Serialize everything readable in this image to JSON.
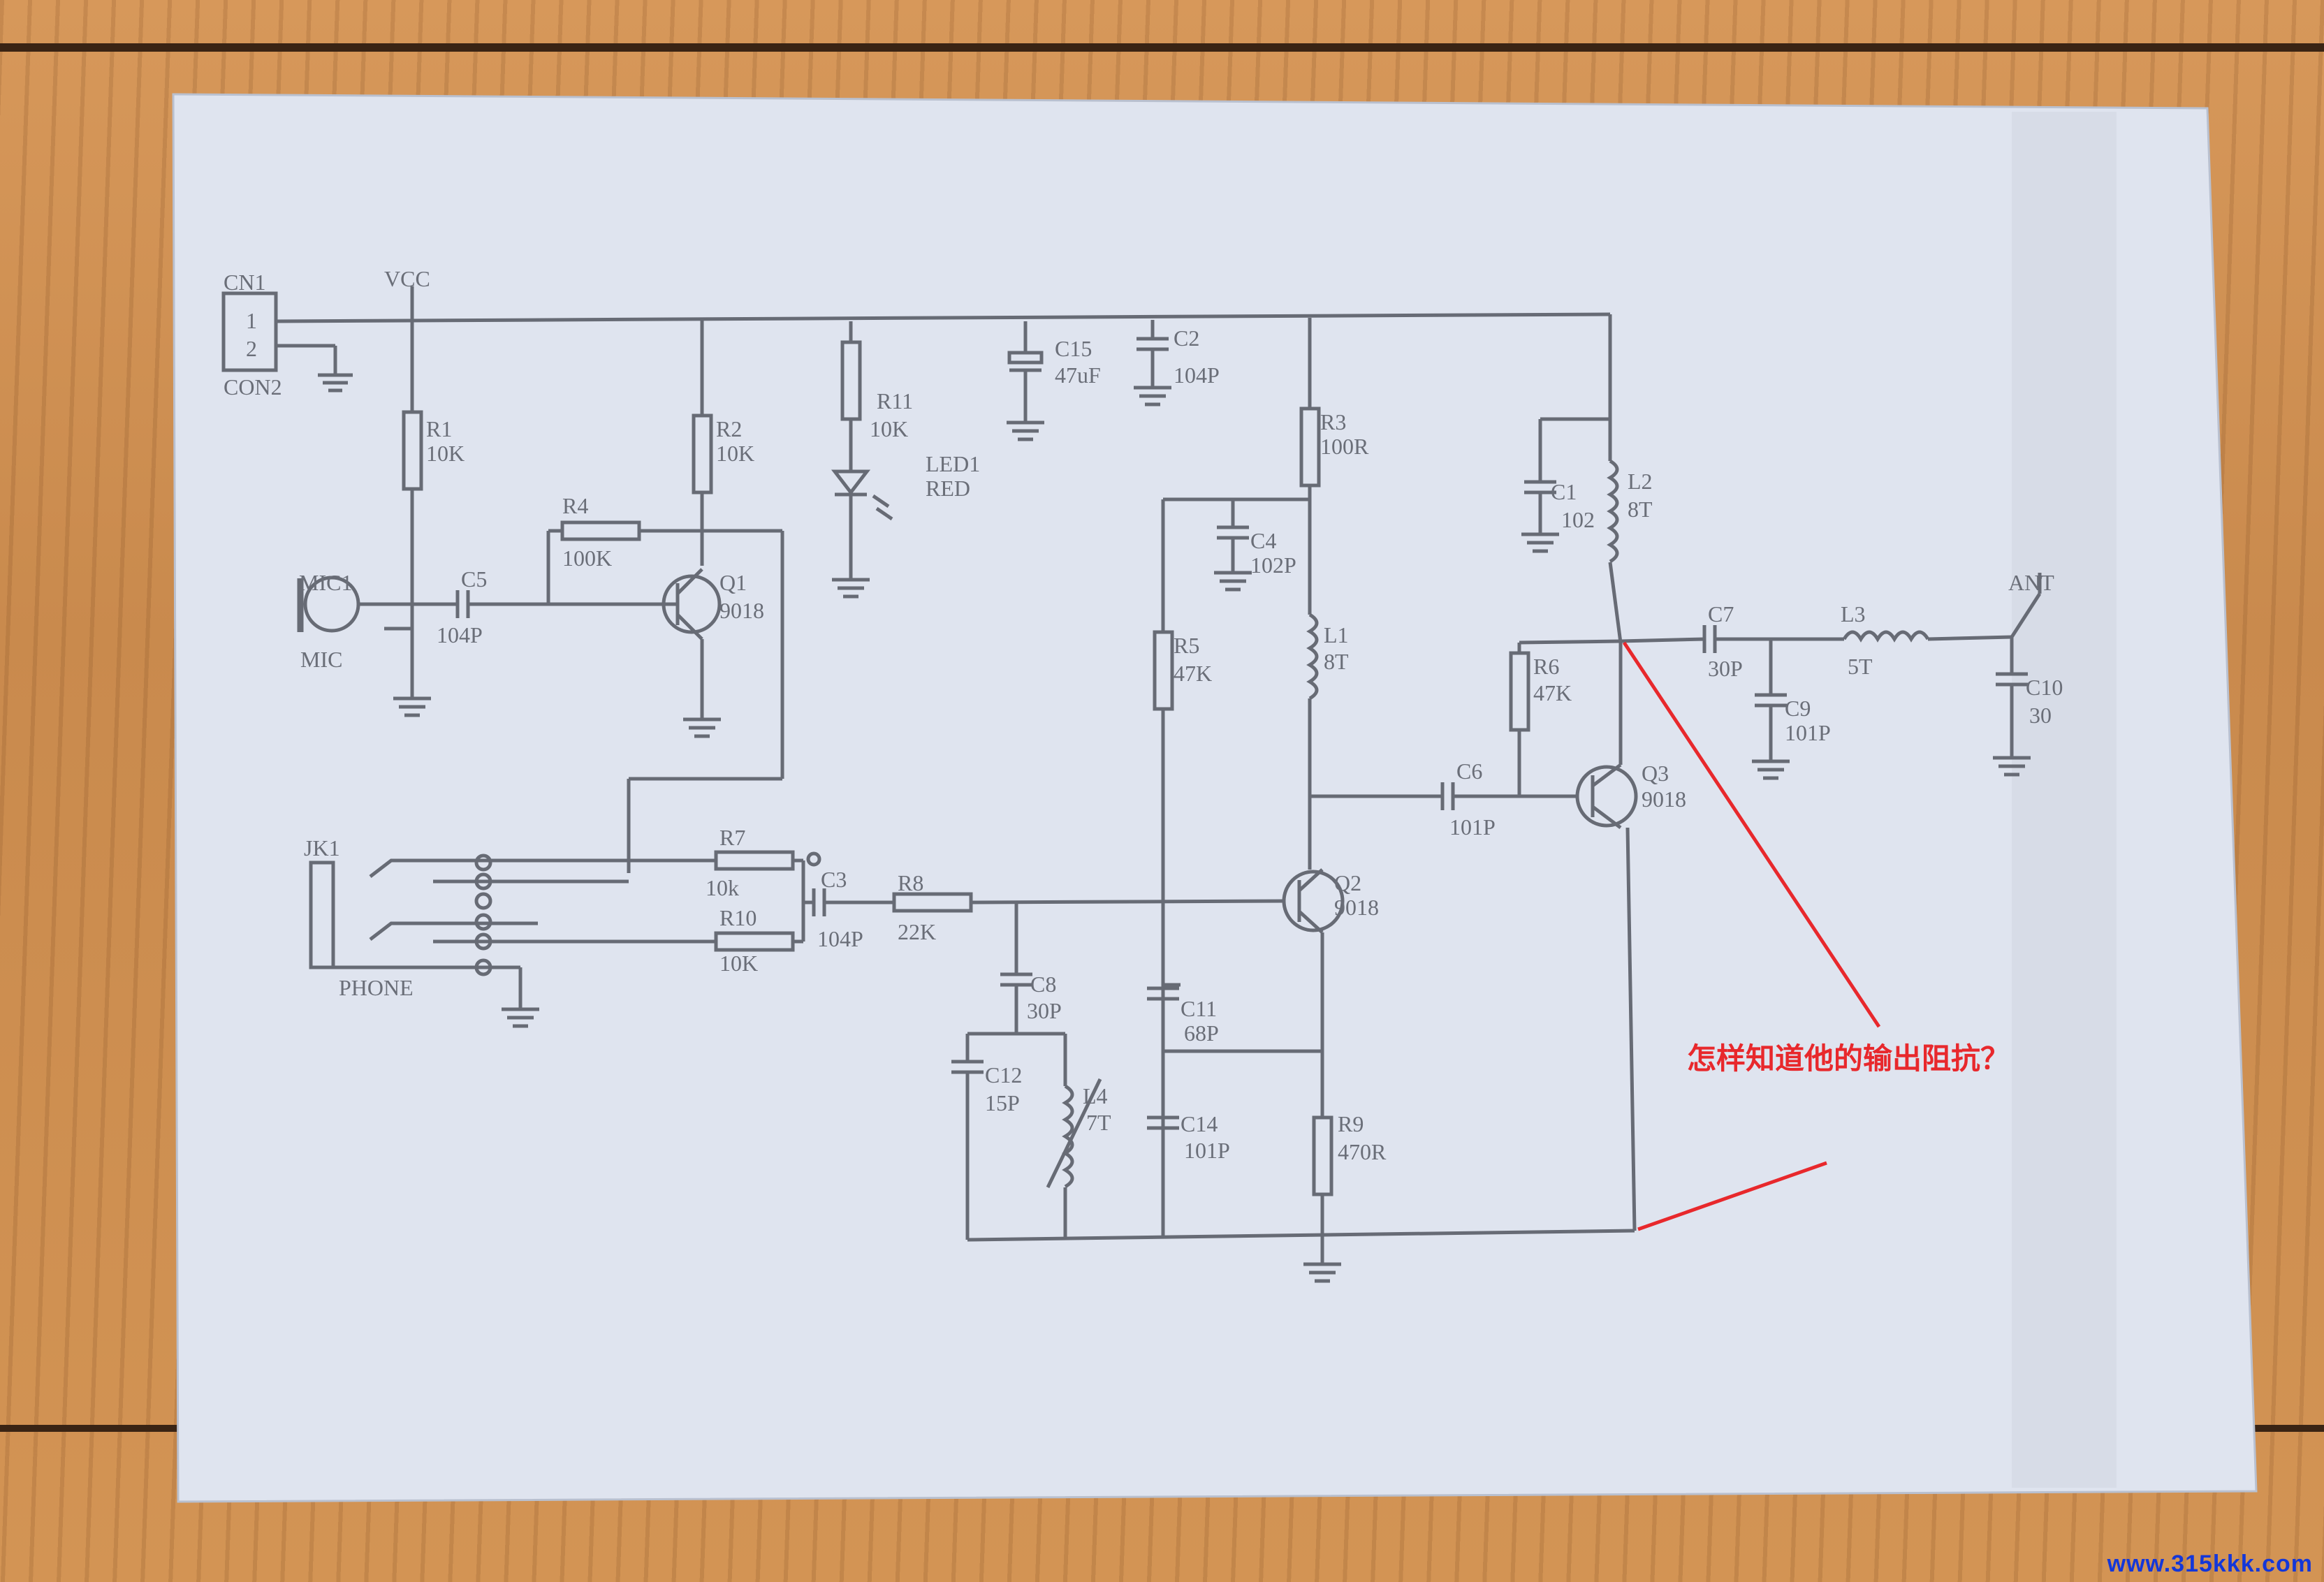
{
  "annotation": {
    "text": "怎样知道他的输出阻抗？",
    "color": "#e8282c"
  },
  "watermark": "www.315kkk.com",
  "labels": {
    "cn1": "CN1",
    "con2": "CON2",
    "pin1": "1",
    "pin2": "2",
    "vcc": "VCC",
    "r1": "R1",
    "r1v": "10K",
    "r2": "R2",
    "r2v": "10K",
    "r4": "R4",
    "r4v": "100K",
    "mic1": "MIC1",
    "mic": "MIC",
    "c5": "C5",
    "c5v": "104P",
    "q1": "Q1",
    "q1v": "9018",
    "r11": "R11",
    "r11v": "10K",
    "led1": "LED1",
    "ledv": "RED",
    "c15": "C15",
    "c15v": "47uF",
    "c2": "C2",
    "c2v": "104P",
    "r3": "R3",
    "r3v": "100R",
    "c4": "C4",
    "c4v": "102P",
    "l1": "L1",
    "l1v": "8T",
    "r5": "R5",
    "r5v": "47K",
    "c1": "C1",
    "c1v": "102",
    "l2": "L2",
    "l2v": "8T",
    "r6": "R6",
    "r6v": "47K",
    "c6": "C6",
    "c6v": "101P",
    "q3": "Q3",
    "q3v": "9018",
    "c7": "C7",
    "c7v": "30P",
    "c9": "C9",
    "c9v": "101P",
    "l3": "L3",
    "l3v": "5T",
    "ant": "ANT",
    "c10": "C10",
    "c10v": "30",
    "jk1": "JK1",
    "phone": "PHONE",
    "r7": "R7",
    "r7v": "10k",
    "r10": "R10",
    "r10v": "10K",
    "c3": "C3",
    "c3v": "104P",
    "r8": "R8",
    "r8v": "22K",
    "q2": "Q2",
    "q2v": "9018",
    "c8": "C8",
    "c8v": "30P",
    "c11": "C11",
    "c11v": "68P",
    "c12": "C12",
    "c12v": "15P",
    "l4": "L4",
    "l4v": "7T",
    "c14": "C14",
    "c14v": "101P",
    "r9": "R9",
    "r9v": "470R"
  }
}
